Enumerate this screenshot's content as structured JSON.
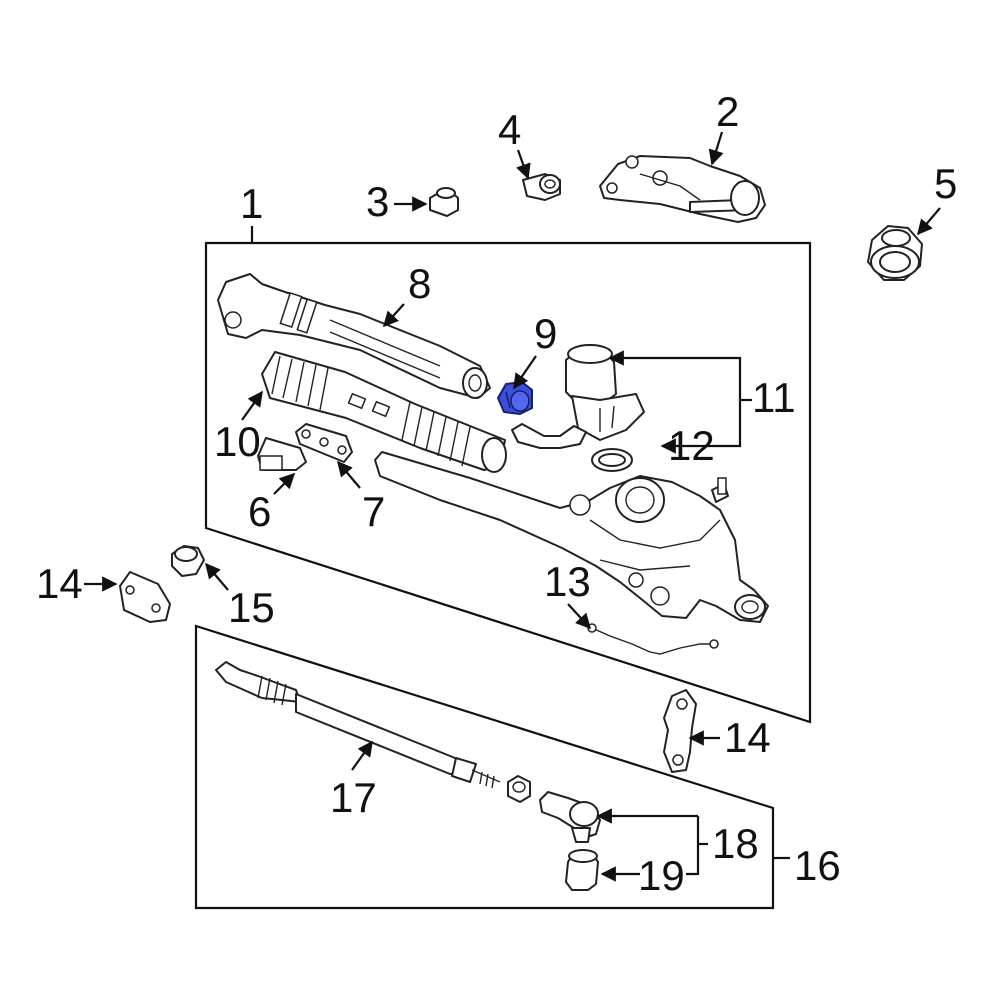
{
  "callouts": {
    "c1": "1",
    "c2": "2",
    "c3": "3",
    "c4": "4",
    "c5": "5",
    "c6": "6",
    "c7": "7",
    "c8": "8",
    "c9": "9",
    "c10": "10",
    "c11": "11",
    "c12": "12",
    "c13": "13",
    "c14_left": "14",
    "c14_right": "14",
    "c15": "15",
    "c16": "16",
    "c17": "17",
    "c18": "18",
    "c19": "19"
  },
  "colors": {
    "highlight_part": "#3b4fd8",
    "line": "#222222",
    "background": "#ffffff"
  }
}
